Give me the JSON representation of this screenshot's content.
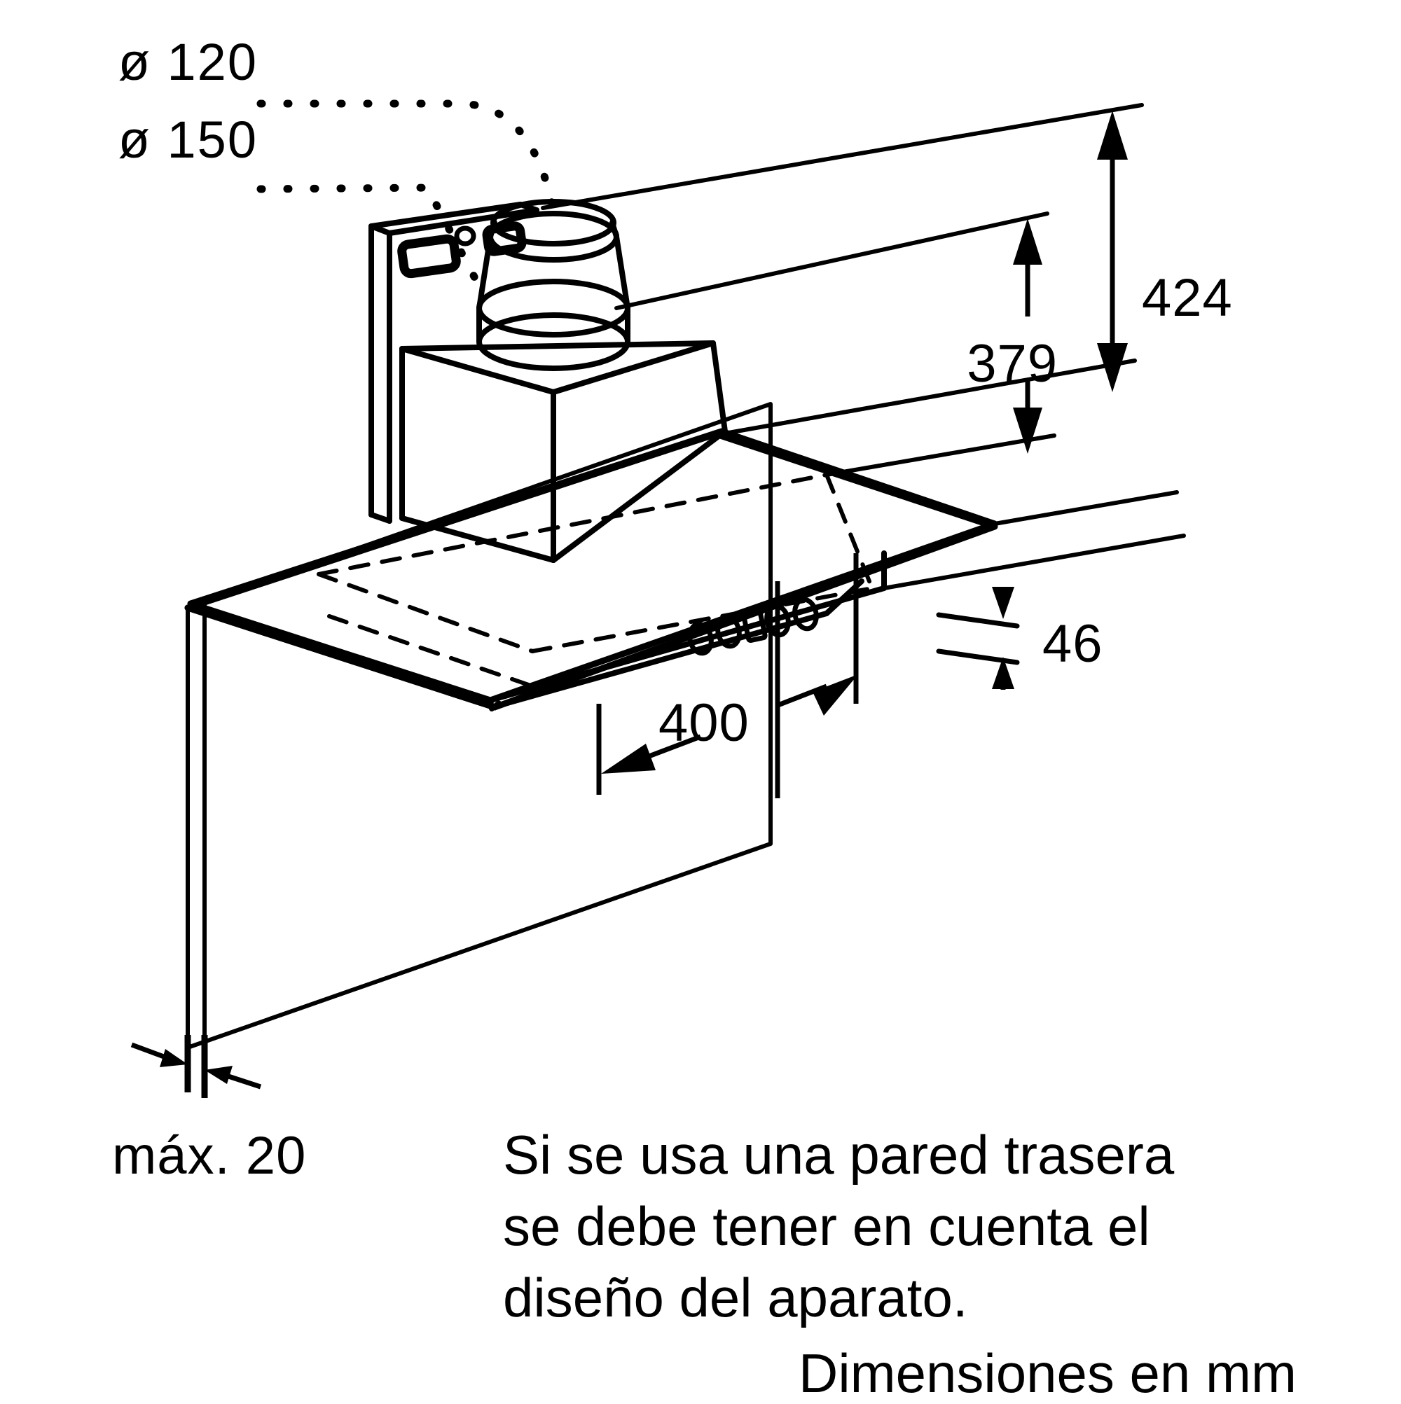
{
  "page": {
    "title": "Diagrama de instalacion de campana extractora",
    "background_color": "#ffffff",
    "line_color": "#000000",
    "units_note": "Dimensiones en mm"
  },
  "duct_labels": {
    "diameter_120": "ø 120",
    "diameter_150": "ø 150"
  },
  "dimensions": {
    "height_total": "424",
    "height_body": "379",
    "panel_thickness": "46",
    "depth_400": "400",
    "wall_gap_max": "máx. 20"
  },
  "notes": {
    "line1": "Si se usa una pared trasera",
    "line2": "se debe tener en cuenta el",
    "line3": "diseño del aparato.",
    "footer": "Dimensiones en mm"
  },
  "control_panel": {
    "icons": [
      "knob-circle",
      "knob-circle",
      "switch-rect",
      "knob-circle",
      "knob-circle"
    ]
  }
}
